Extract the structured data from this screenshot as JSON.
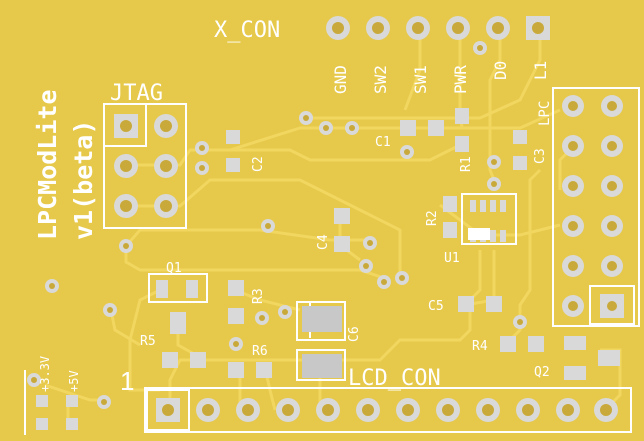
{
  "board": {
    "title": "LPCModLite",
    "subtitle": "v1(beta)"
  },
  "labels": {
    "jtag": "JTAG",
    "x_con": "X_CON",
    "lcd_con": "LCD_CON",
    "lpc": "LPC",
    "pin_one": "1",
    "v33": "+3.3V",
    "v5": "+5V"
  },
  "x_con_pins": [
    "GND",
    "SW2",
    "SW1",
    "PWR",
    "D0",
    "L1"
  ],
  "refdes": {
    "c1": "C1",
    "c2": "C2",
    "c3": "C3",
    "c4": "C4",
    "c5": "C5",
    "c6": "C6",
    "r1": "R1",
    "r2": "R2",
    "r3": "R3",
    "r4": "R4",
    "r5": "R5",
    "r6": "R6",
    "q1": "Q1",
    "q2": "Q2",
    "u1": "U1"
  },
  "colors": {
    "board": "#e6c84a",
    "copper_trace": "#f0d35a",
    "pad": "#d7d7d7",
    "silkscreen": "#ffffff",
    "drill": "#c9a93a"
  }
}
